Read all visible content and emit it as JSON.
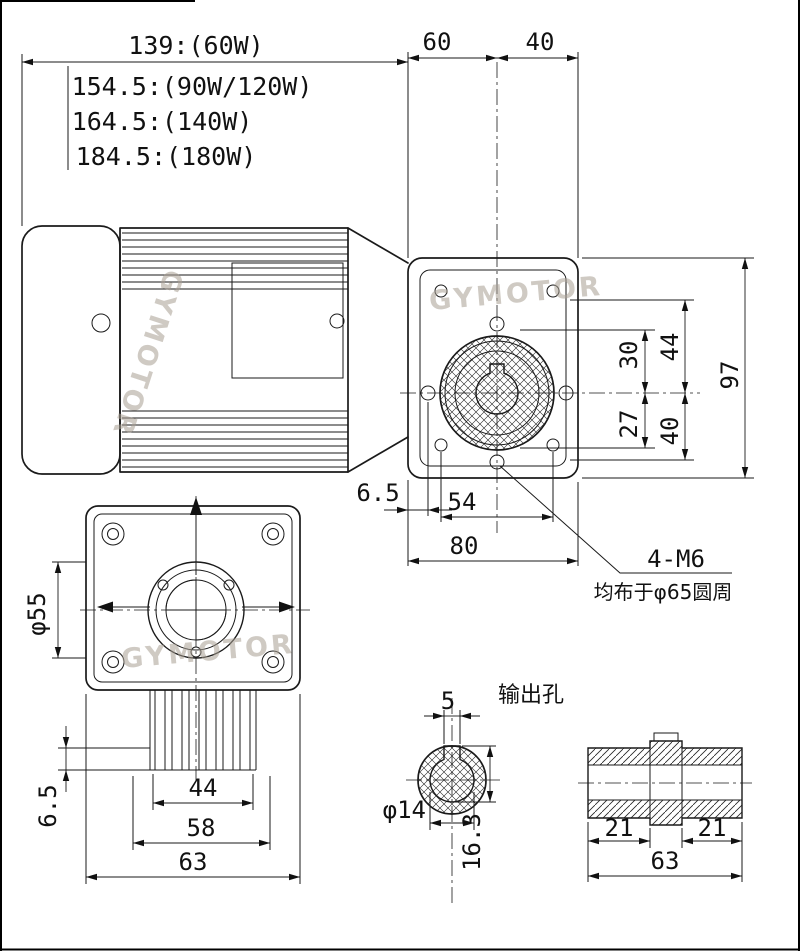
{
  "drawing": {
    "watermark": "GYMOTOR",
    "line_color": "#1a1a1a",
    "watermark_color": "#a89f93",
    "background": "#ffffff"
  },
  "motor_length_dims": {
    "l60w": "139:(60W)",
    "l90_120w": "154.5:(90W/120W)",
    "l140w": "164.5:(140W)",
    "l180w": "184.5:(180W)"
  },
  "top_dims": {
    "d60": "60",
    "d40": "40"
  },
  "right_dims": {
    "d30": "30",
    "d44": "44",
    "d97": "97",
    "d27": "27",
    "d40": "40"
  },
  "gearbox_face_dims": {
    "d6_5": "6.5",
    "d54": "54",
    "d80": "80"
  },
  "bolt_note": {
    "line1": "4-M6",
    "line2": "均布于φ65圆周"
  },
  "front_view_dims": {
    "dia55": "φ55",
    "d6_5": "6.5",
    "d44": "44",
    "d58": "58",
    "d63": "63"
  },
  "output_hole": {
    "title": "输出孔",
    "d5": "5",
    "dia14": "φ14",
    "d16_3": "16.3"
  },
  "shaft_dims": {
    "d21_left": "21",
    "d21_right": "21",
    "d63": "63"
  }
}
